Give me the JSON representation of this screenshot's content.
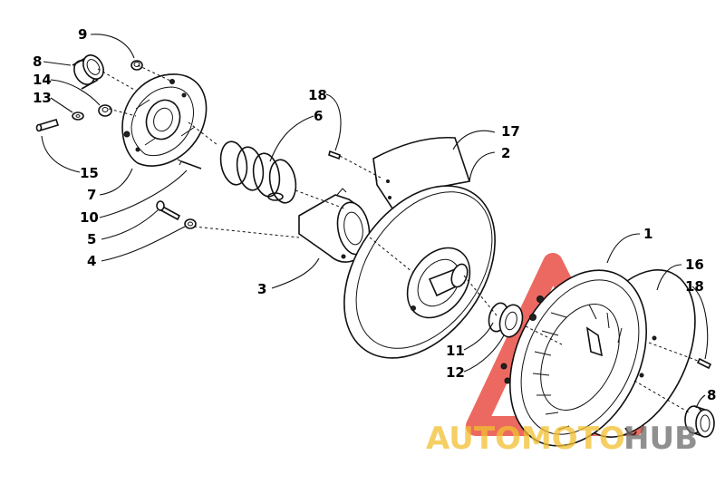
{
  "callouts": {
    "c1": "1",
    "c2": "2",
    "c3": "3",
    "c4": "4",
    "c5": "5",
    "c6": "6",
    "c7": "7",
    "c8a": "8",
    "c8b": "8",
    "c9": "9",
    "c10": "10",
    "c11": "11",
    "c12": "12",
    "c13": "13",
    "c14": "14",
    "c15": "15",
    "c16": "16",
    "c17": "17",
    "c18a": "18",
    "c18b": "18"
  },
  "watermark": {
    "part1": "AUTOMOTO",
    "part2": "HUB",
    "color_red": "#e8443a",
    "color_yellow": "#f2c030",
    "color_gray": "#6b6b6b"
  }
}
